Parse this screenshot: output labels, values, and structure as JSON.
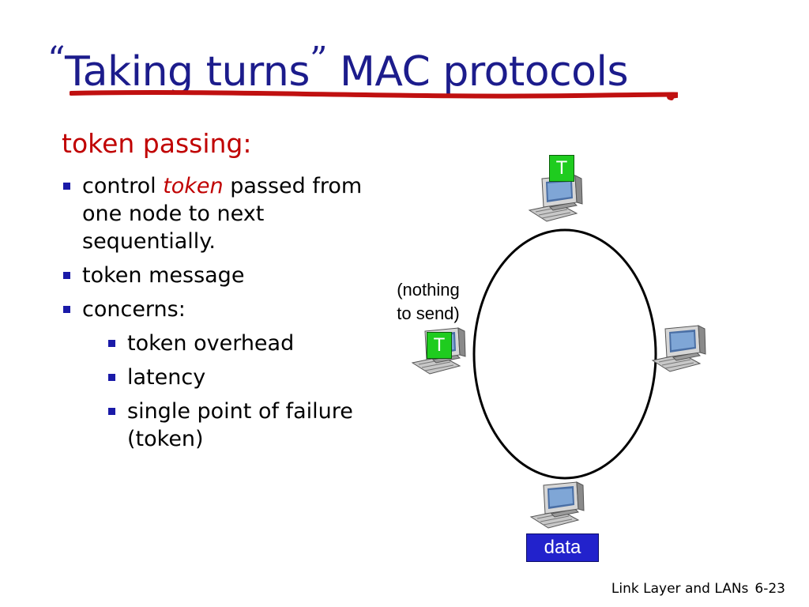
{
  "title": {
    "open_quote": "“",
    "quoted": "Taking turns",
    "close_quote": "”",
    "rest": "MAC protocols"
  },
  "subtitle": "token passing:",
  "bullets": {
    "b1_pre": "control ",
    "b1_em": "token",
    "b1_post": " passed from one node to next sequentially.",
    "b2": "token message",
    "b3": "concerns:",
    "sub": [
      "token overhead",
      "latency",
      "single point of failure (token)"
    ]
  },
  "diagram": {
    "token_label": "T",
    "nothing_to_send_line1": "(nothing",
    "nothing_to_send_line2": "to send)",
    "data_label": "data"
  },
  "footer": {
    "section": "Link Layer and LANs",
    "page": "6-23"
  },
  "colors": {
    "title": "#1c1c8c",
    "accent_red": "#c00000",
    "token_green": "#1fcc1f",
    "data_blue": "#2222cc"
  }
}
